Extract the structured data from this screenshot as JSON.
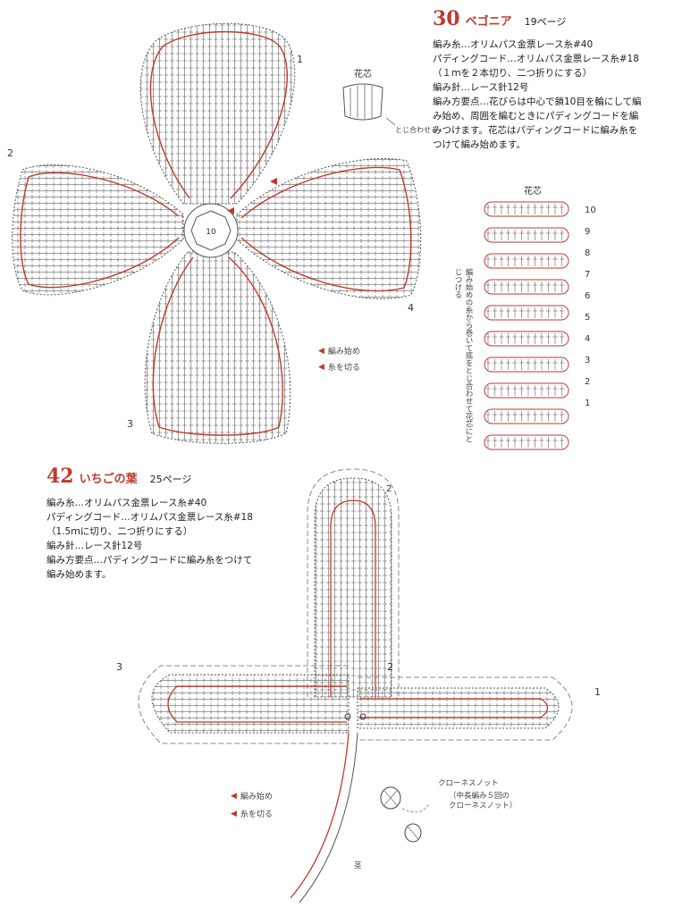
{
  "pattern30": {
    "number": "30",
    "name": "ベゴニア",
    "page_ref": "19ページ",
    "lines": [
      "編み糸…オリムパス金票レース糸#40",
      "パディングコード…オリムパス金票レース糸#18",
      "（１ｍを２本切り、二つ折りにする）",
      "編み針…レース針12号",
      "編み方要点…花びらは中心で鎖10目を輪にして編",
      "み始め、周囲を編むときにパディングコードを編",
      "みつけます。花芯はパディングコードに編み糸を",
      "つけて編み始めます。"
    ],
    "center_label": "花芯",
    "center_note": "とじ合わせる",
    "center_chart_label": "花芯",
    "center_chart_vertical_note": "編み始めの糸から巻いて底をとじ合わせて花芯にとじつける",
    "petal_numbers": [
      "1",
      "2",
      "3",
      "4"
    ],
    "center_ring": "10",
    "row_numbers": [
      "10",
      "9",
      "8",
      "7",
      "6",
      "5",
      "4",
      "3",
      "2",
      "1"
    ],
    "legend_start": "編み始め",
    "legend_cut": "糸を切る"
  },
  "pattern42": {
    "number": "42",
    "name": "いちごの葉",
    "page_ref": "25ページ",
    "lines": [
      "編み糸…オリムパス金票レース糸#40",
      "パディングコード…オリムパス金票レース糸#18",
      "（1.5ｍに切り、二つ折りにする）",
      "編み針…レース針12号",
      "編み方要点…パディングコードに編み糸をつけて",
      "編み始めます。"
    ],
    "leaf_numbers": [
      "1",
      "2",
      "3"
    ],
    "stem_label": "茎",
    "knot_label": "クローネスノット",
    "knot_note_1": "（中長編み５回の",
    "knot_note_2": "クローネスノット）",
    "legend_start": "編み始め",
    "legend_cut": "糸を切る"
  },
  "colors": {
    "accent": "#c0392b",
    "line": "#555555"
  }
}
